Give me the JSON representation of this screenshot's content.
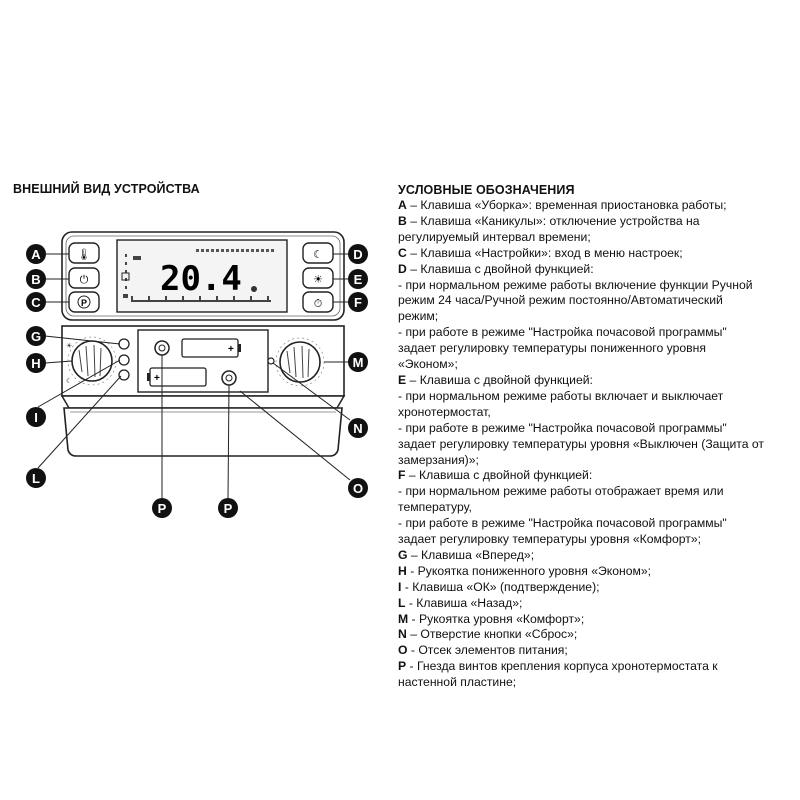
{
  "left_heading": "ВНЕШНИЙ ВИД УСТРОЙСТВА",
  "right_heading": "УСЛОВНЫЕ ОБОЗНАЧЕНИЯ",
  "display": {
    "temperature": "20.4"
  },
  "callouts": [
    "A",
    "B",
    "C",
    "D",
    "E",
    "F",
    "G",
    "H",
    "I",
    "L",
    "M",
    "N",
    "O",
    "P",
    "P"
  ],
  "button_glyphs": {
    "A": "🌡",
    "B": "⏻",
    "C": "P",
    "D": "☾",
    "E": "☀",
    "F": "⏱"
  },
  "legend": [
    {
      "key": "A",
      "text": " – Клавиша «Уборка»: временная приостановка работы;"
    },
    {
      "key": "B",
      "text": " – Клавиша «Каникулы»: отключение устройства на"
    },
    {
      "key": "",
      "text": "регулируемый интервал времени;"
    },
    {
      "key": "C",
      "text": " – Клавиша «Настройки»: вход в меню настроек;"
    },
    {
      "key": "D",
      "text": " – Клавиша с двойной функцией:"
    },
    {
      "key": "",
      "text": "- при нормальном режиме работы включение функции Ручной"
    },
    {
      "key": "",
      "text": "режим 24 часа/Ручной режим постоянно/Автоматический"
    },
    {
      "key": "",
      "text": "режим;"
    },
    {
      "key": "",
      "text": "- при работе в режиме \"Настройка почасовой программы\""
    },
    {
      "key": "",
      "text": "задает регулировку температуры пониженного уровня"
    },
    {
      "key": "",
      "text": "«Эконом»;"
    },
    {
      "key": "E",
      "text": " – Клавиша с двойной функцией:"
    },
    {
      "key": "",
      "text": "- при нормальном режиме работы включает и выключает"
    },
    {
      "key": "",
      "text": "хронотермостат,"
    },
    {
      "key": "",
      "text": "- при работе в режиме \"Настройка почасовой программы\""
    },
    {
      "key": "",
      "text": "задает регулировку температуры уровня «Выключен (Защита от"
    },
    {
      "key": "",
      "text": "замерзания)»;"
    },
    {
      "key": "F",
      "text": " – Клавиша с двойной функцией:"
    },
    {
      "key": "",
      "text": "- при нормальном режиме работы отображает время или"
    },
    {
      "key": "",
      "text": "температуру,"
    },
    {
      "key": "",
      "text": "- при работе в режиме \"Настройка почасовой программы\""
    },
    {
      "key": "",
      "text": "задает регулировку температуры уровня «Комфорт»;"
    },
    {
      "key": "G",
      "text": " – Клавиша «Вперед»;"
    },
    {
      "key": "H",
      "text": " - Рукоятка пониженного уровня «Эконом»;"
    },
    {
      "key": "I",
      "text": " - Клавиша «ОК» (подтверждение);"
    },
    {
      "key": "L",
      "text": " - Клавиша «Назад»;"
    },
    {
      "key": "M",
      "text": " - Рукоятка уровня «Комфорт»;"
    },
    {
      "key": "N",
      "text": " – Отверстие кнопки «Сброс»;"
    },
    {
      "key": "O",
      "text": " - Отсек  элементов питания;"
    },
    {
      "key": "P",
      "text": " - Гнезда винтов крепления корпуса хронотермостата к"
    },
    {
      "key": "",
      "text": "настенной пластине;"
    }
  ]
}
